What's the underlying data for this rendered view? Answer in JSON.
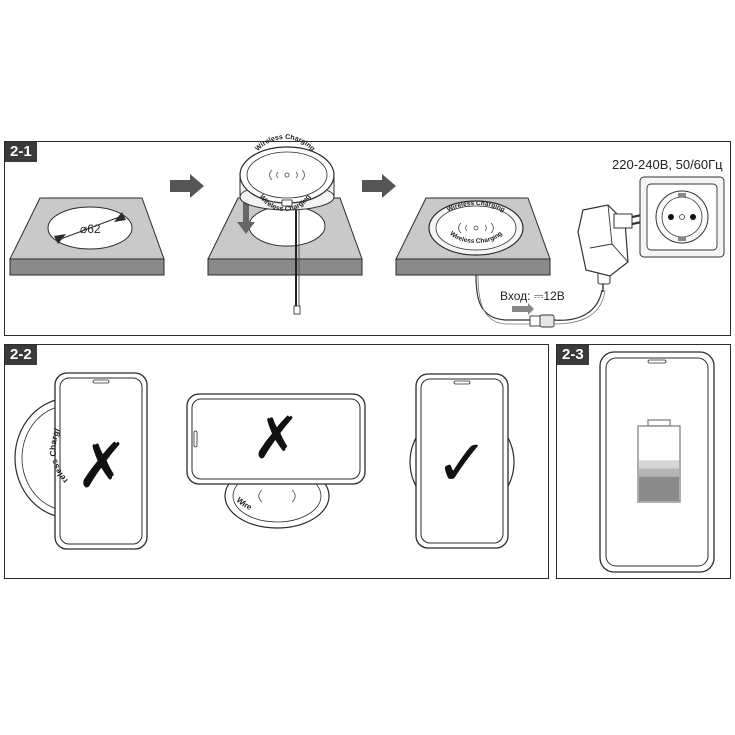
{
  "panels": {
    "p21": {
      "tag": "2-1"
    },
    "p22": {
      "tag": "2-2"
    },
    "p23": {
      "tag": "2-3"
    }
  },
  "step1": {
    "diameter_label": "⌀62"
  },
  "charger": {
    "text_top": "Wireless Charging",
    "text_bottom": "Wireless Charging"
  },
  "power": {
    "mains_label": "220-240В, 50/60Гц",
    "input_label": "Вход: ⎓12В"
  },
  "placement": {
    "charger_text": "Wireless Charging",
    "partial_text": "Wire",
    "marks": [
      "✗",
      "✗",
      "✓"
    ]
  },
  "battery": {
    "level": 0.55
  },
  "colors": {
    "line": "#2b2b2b",
    "board_top": "#c9c9c9",
    "board_side": "#8a8a8a",
    "arrow": "#555555",
    "battery_dark": "#8a8a8a",
    "battery_mid": "#b5b5b5",
    "battery_light": "#d6d6d6"
  }
}
